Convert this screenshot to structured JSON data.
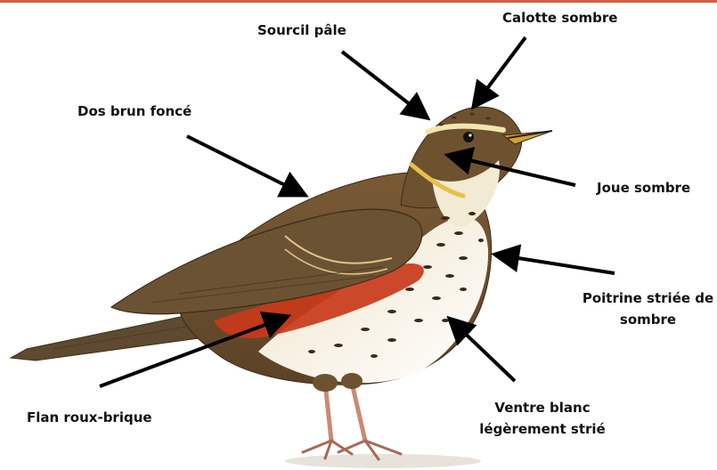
{
  "colors": {
    "top_bar": "#c8643a",
    "label_text": "#111111",
    "arrow": "#000000",
    "plumage_dark_brown": "#4a3520",
    "plumage_brown": "#7a5a35",
    "flank_red": "#c83a1a",
    "supercilium": "#f2e6b0",
    "belly_white": "#f6f1e6",
    "streak": "#3a2a18",
    "bill": "#d4a23a",
    "legs": "#c98a78"
  },
  "subject": {
    "icon": "redwing-thrush-illustration"
  },
  "labels": {
    "sourcil": "Sourcil pâle",
    "calotte": "Calotte sombre",
    "dos": "Dos brun foncé",
    "joue": "Joue sombre",
    "poitrine": [
      "Poitrine striée de",
      "sombre"
    ],
    "flan": "Flan roux-brique",
    "ventre": [
      "Ventre blanc",
      "légèrement strié"
    ]
  }
}
